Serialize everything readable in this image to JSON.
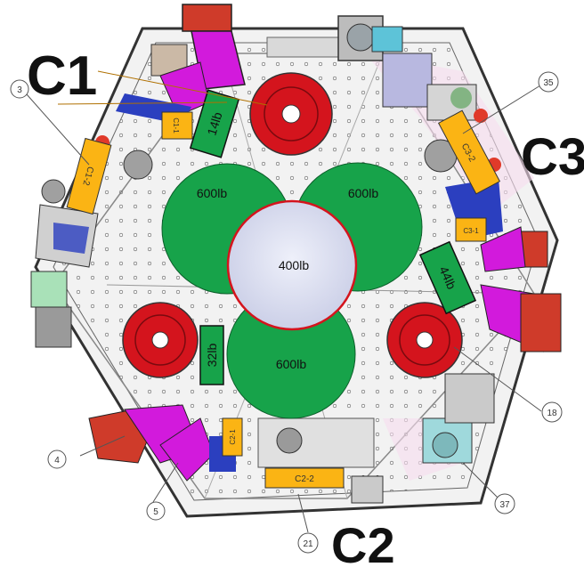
{
  "zone_labels": {
    "c1": "C1",
    "c2": "C2",
    "c3": "C3"
  },
  "circular_loads": {
    "upper_left": "600lb",
    "upper_right": "600lb",
    "bottom": "600lb",
    "center": "400lb"
  },
  "bar_loads": {
    "top": "14lb",
    "right": "44lb",
    "left": "32lb"
  },
  "tags": {
    "c1_1": "C1-1",
    "c1_2": "C1-2",
    "c2_1": "C2-1",
    "c2_2": "C2-2",
    "c3_1": "C3-1",
    "c3_2": "C3-2"
  },
  "callouts": {
    "c3": "3",
    "c4": "4",
    "c5": "5",
    "c18": "18",
    "c21": "21",
    "c35": "35",
    "c37": "37"
  },
  "colors": {
    "green_load": "#17a34a",
    "center_load": "#dcdff0",
    "red_plate": "#d4141d",
    "orange_bar": "#fbb414",
    "magenta": "#d21adc",
    "blue_bracket": "#2b3fbf"
  }
}
